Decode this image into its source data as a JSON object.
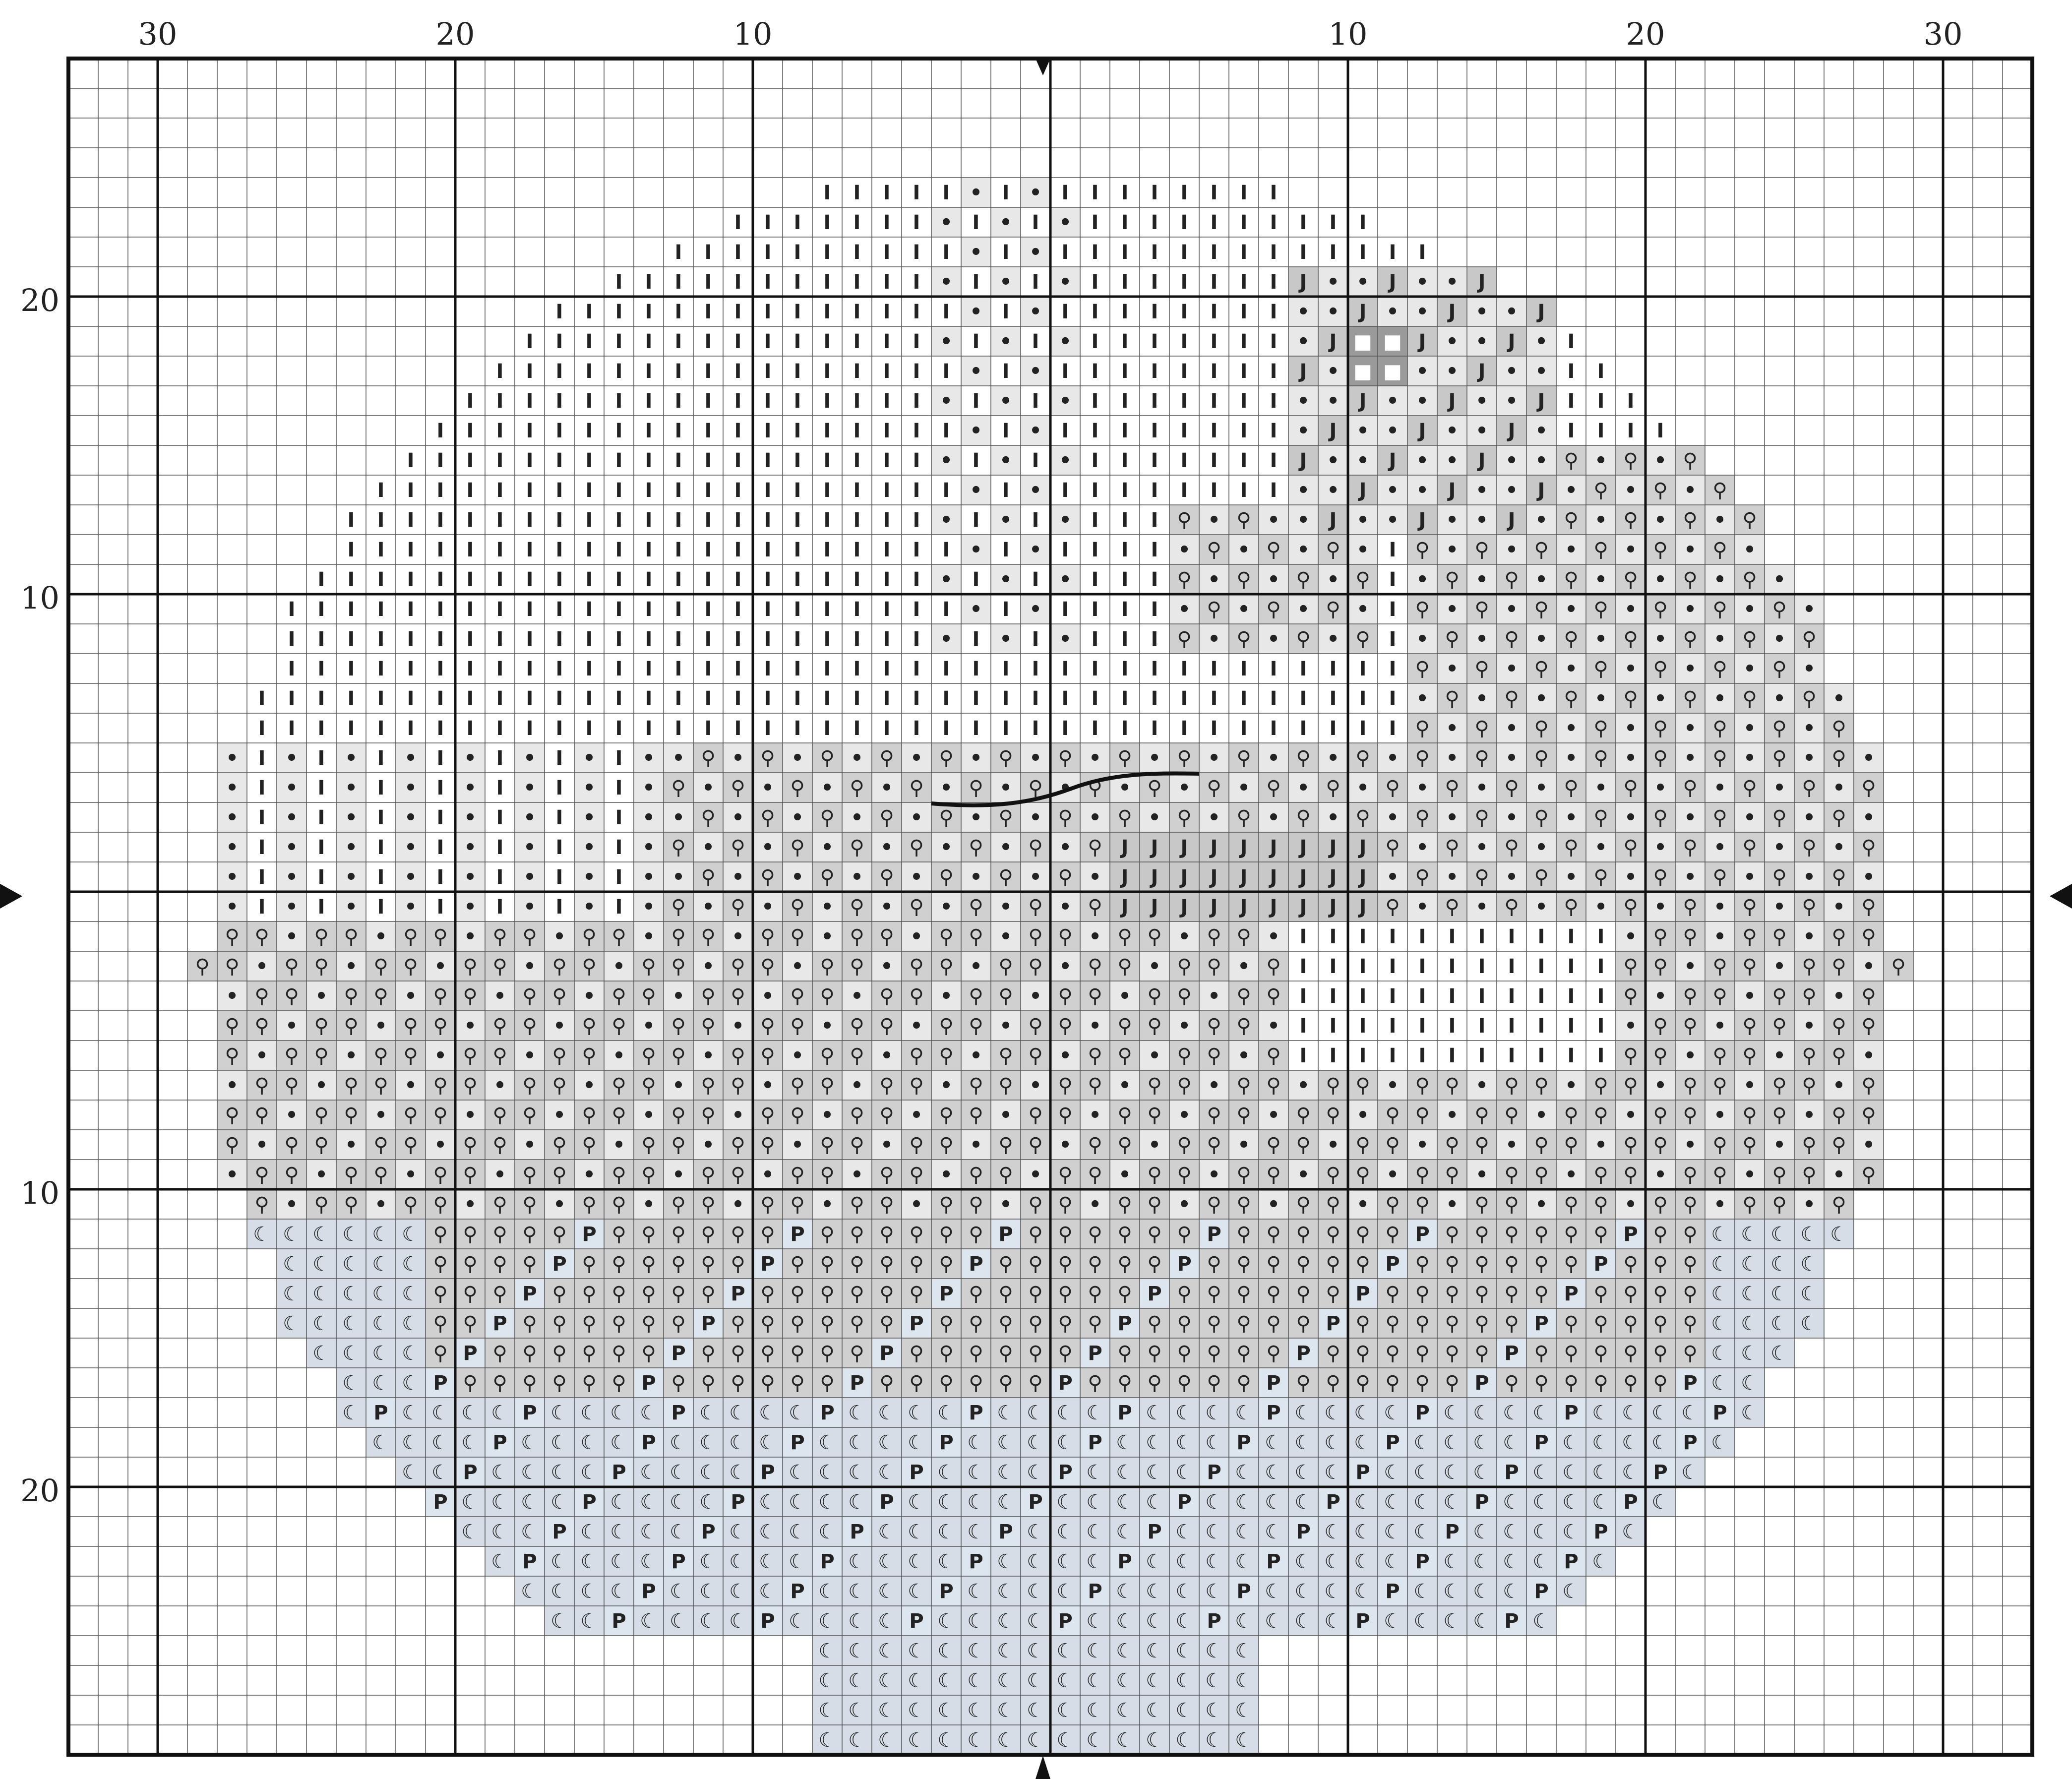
{
  "chart_data": {
    "type": "cross-stitch pattern grid",
    "grid": {
      "columns": 66,
      "rows": 57,
      "major_every": 10,
      "gridlines": true
    },
    "top_axis_labels": [
      "30",
      "20",
      "10",
      "10",
      "20",
      "30"
    ],
    "left_axis_labels": [
      "20",
      "10",
      "10",
      "20"
    ],
    "center_markers": [
      "top",
      "bottom",
      "left",
      "right"
    ],
    "symbol_legend": [
      {
        "symbol": "I",
        "color": "#ffffff"
      },
      {
        "symbol": "•",
        "color": "#e8e8e8"
      },
      {
        "symbol": "⚲",
        "color": "#d0d0d0"
      },
      {
        "symbol": "J",
        "color": "#c8c8c8"
      },
      {
        "symbol": "P",
        "color": "#dde6ee"
      },
      {
        "symbol": "☾",
        "color": "#d6dde6"
      },
      {
        "symbol": "■",
        "color": "#9a9a9a"
      }
    ]
  }
}
